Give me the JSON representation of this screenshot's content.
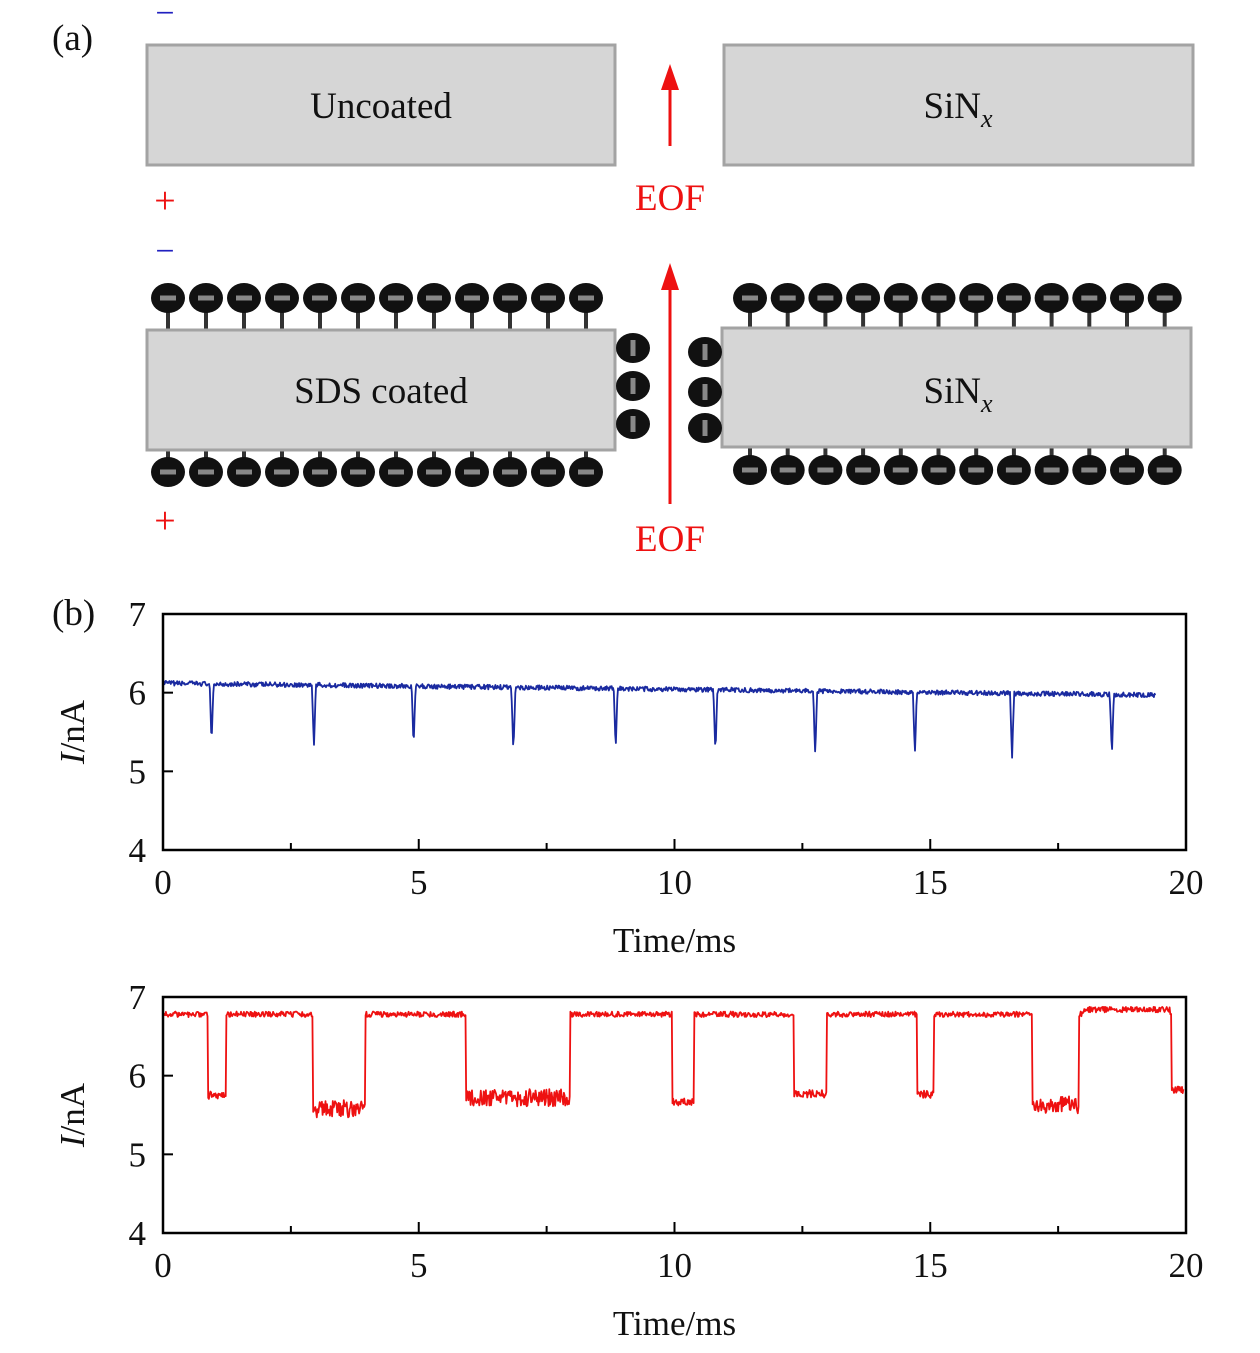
{
  "panel_a": {
    "label": "(a)",
    "top": {
      "left_box": "Uncoated",
      "right_box": "SiN",
      "right_box_sub": "x",
      "flow_label": "EOF",
      "minus_sign": "−",
      "plus_sign": "+"
    },
    "bottom": {
      "left_box": "SDS coated",
      "right_box": "SiN",
      "right_box_sub": "x",
      "flow_label": "EOF",
      "minus_sign": "−",
      "plus_sign": "+"
    },
    "colors": {
      "arrow": "#ee1111",
      "minus": "#2020c0",
      "plus": "#ee1111",
      "box": "#d6d6d6",
      "molecule": "#111111"
    }
  },
  "panel_b_label": "(b)",
  "chart_data": [
    {
      "type": "line",
      "title": "",
      "xlabel": "Time/ms",
      "ylabel_italic": "I",
      "ylabel_rest": "/nA",
      "xlim": [
        0,
        20
      ],
      "ylim": [
        4,
        7
      ],
      "xticks": [
        "0",
        "5",
        "10",
        "15",
        "20"
      ],
      "yticks": [
        "4",
        "5",
        "6",
        "7"
      ],
      "color": "#1a2aa0",
      "baseline_start": 6.12,
      "baseline_end": 5.97,
      "x_end": 19.4,
      "spikes": [
        {
          "t": 0.95,
          "min": 5.35
        },
        {
          "t": 2.95,
          "min": 5.3
        },
        {
          "t": 4.9,
          "min": 5.32
        },
        {
          "t": 6.85,
          "min": 5.27
        },
        {
          "t": 8.85,
          "min": 5.27
        },
        {
          "t": 10.8,
          "min": 5.25
        },
        {
          "t": 12.75,
          "min": 5.22
        },
        {
          "t": 14.7,
          "min": 5.22
        },
        {
          "t": 16.6,
          "min": 5.18
        },
        {
          "t": 18.55,
          "min": 5.2
        }
      ]
    },
    {
      "type": "line",
      "title": "",
      "xlabel": "Time/ms",
      "ylabel_italic": "I",
      "ylabel_rest": "/nA",
      "xlim": [
        0,
        20
      ],
      "ylim": [
        4,
        7
      ],
      "xticks": [
        "0",
        "5",
        "10",
        "15",
        "20"
      ],
      "yticks": [
        "4",
        "5",
        "6",
        "7"
      ],
      "color": "#ee1111",
      "baseline": 6.78,
      "x_end": 19.95,
      "events": [
        {
          "start": 0.88,
          "end": 1.23,
          "level": 5.75
        },
        {
          "start": 2.93,
          "end": 3.95,
          "level": 5.58
        },
        {
          "start": 5.92,
          "end": 7.96,
          "level": 5.72
        },
        {
          "start": 9.95,
          "end": 10.38,
          "level": 5.66
        },
        {
          "start": 12.34,
          "end": 12.98,
          "level": 5.77
        },
        {
          "start": 14.74,
          "end": 15.07,
          "level": 5.76
        },
        {
          "start": 17.0,
          "end": 17.9,
          "level": 5.63
        },
        {
          "start": 19.69,
          "end": 19.95,
          "level": 5.82
        }
      ]
    }
  ]
}
